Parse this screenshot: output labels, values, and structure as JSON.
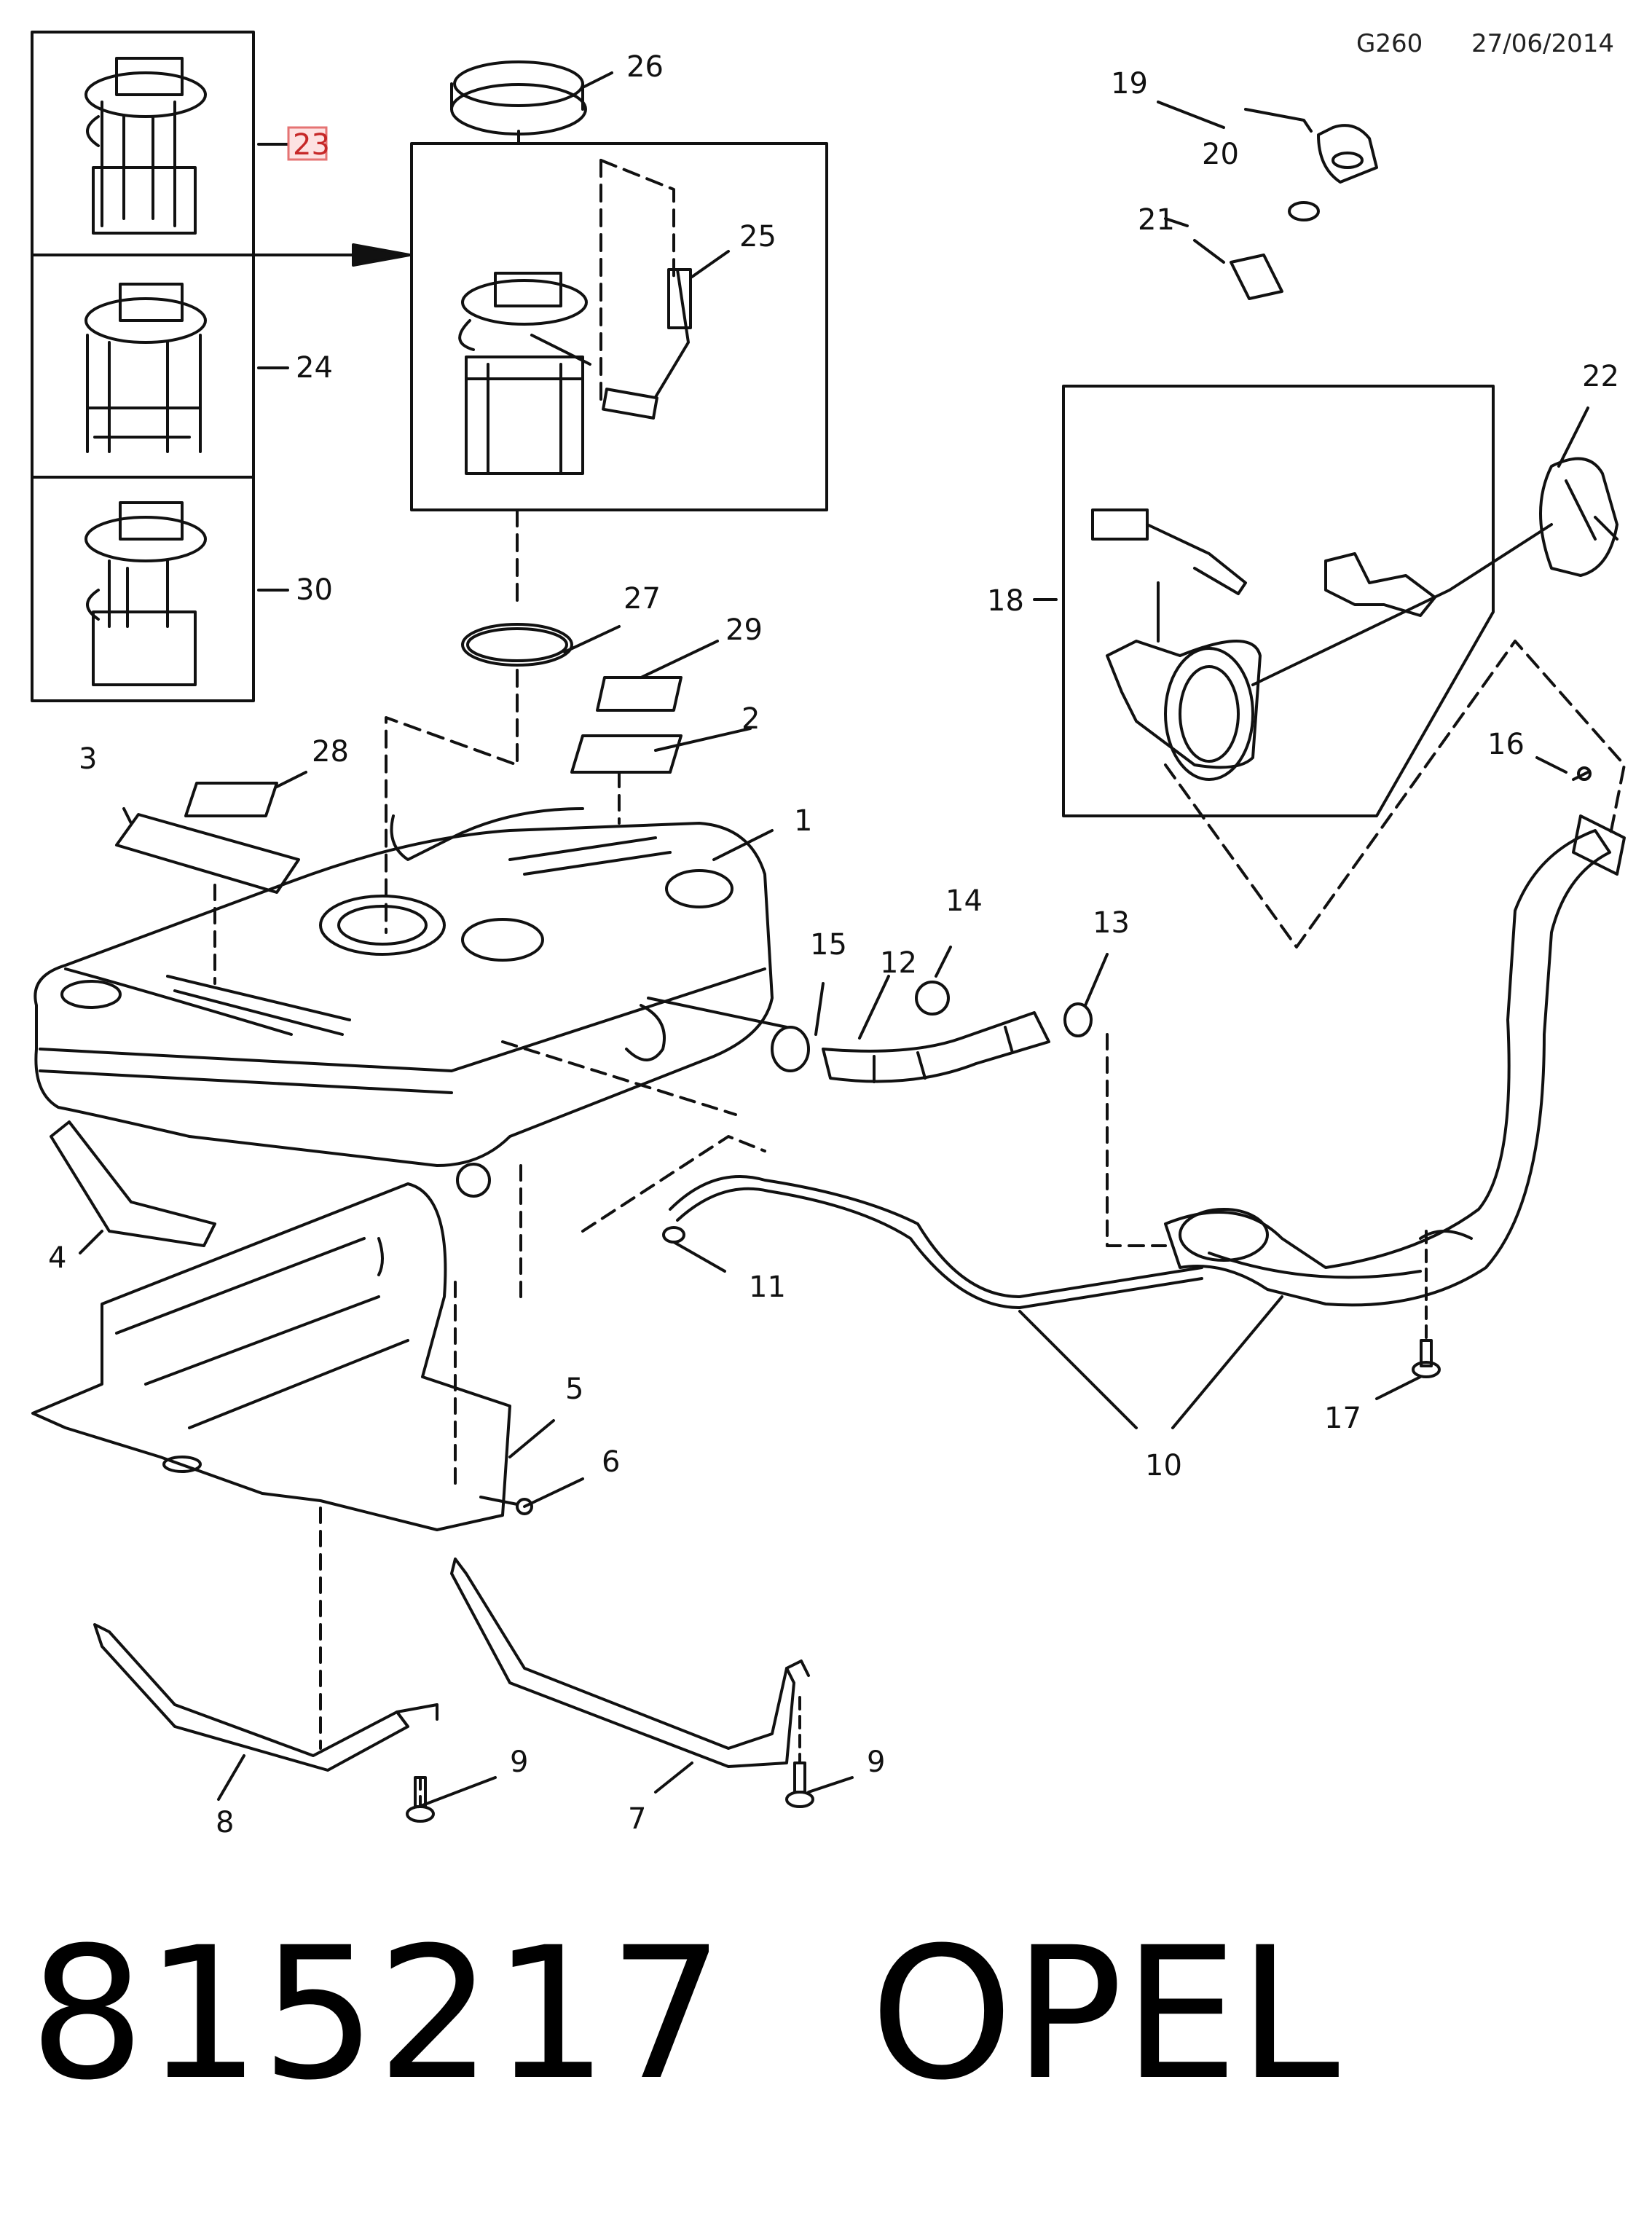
{
  "header": {
    "code": "G260",
    "date": "27/06/2014"
  },
  "footer": {
    "part_number": "815217",
    "brand": "OPEL"
  },
  "callouts": [
    {
      "id": "c1",
      "label": "1"
    },
    {
      "id": "c2",
      "label": "2"
    },
    {
      "id": "c3",
      "label": "3"
    },
    {
      "id": "c4",
      "label": "4"
    },
    {
      "id": "c5",
      "label": "5"
    },
    {
      "id": "c6",
      "label": "6"
    },
    {
      "id": "c7",
      "label": "7"
    },
    {
      "id": "c8",
      "label": "8"
    },
    {
      "id": "c9a",
      "label": "9"
    },
    {
      "id": "c9b",
      "label": "9"
    },
    {
      "id": "c10",
      "label": "10"
    },
    {
      "id": "c11",
      "label": "11"
    },
    {
      "id": "c12",
      "label": "12"
    },
    {
      "id": "c13",
      "label": "13"
    },
    {
      "id": "c14",
      "label": "14"
    },
    {
      "id": "c15",
      "label": "15"
    },
    {
      "id": "c16",
      "label": "16"
    },
    {
      "id": "c17",
      "label": "17"
    },
    {
      "id": "c18",
      "label": "18"
    },
    {
      "id": "c19",
      "label": "19"
    },
    {
      "id": "c20",
      "label": "20"
    },
    {
      "id": "c21",
      "label": "21"
    },
    {
      "id": "c22",
      "label": "22"
    },
    {
      "id": "c23",
      "label": "23",
      "highlighted": true
    },
    {
      "id": "c24",
      "label": "24"
    },
    {
      "id": "c25",
      "label": "25"
    },
    {
      "id": "c26",
      "label": "26"
    },
    {
      "id": "c27",
      "label": "27"
    },
    {
      "id": "c28",
      "label": "28"
    },
    {
      "id": "c29",
      "label": "29"
    },
    {
      "id": "c30",
      "label": "30"
    }
  ],
  "colors": {
    "line": "#111111",
    "highlight_border": "#e57373",
    "highlight_fill": "#fde2e2",
    "highlight_text": "#c62828"
  }
}
